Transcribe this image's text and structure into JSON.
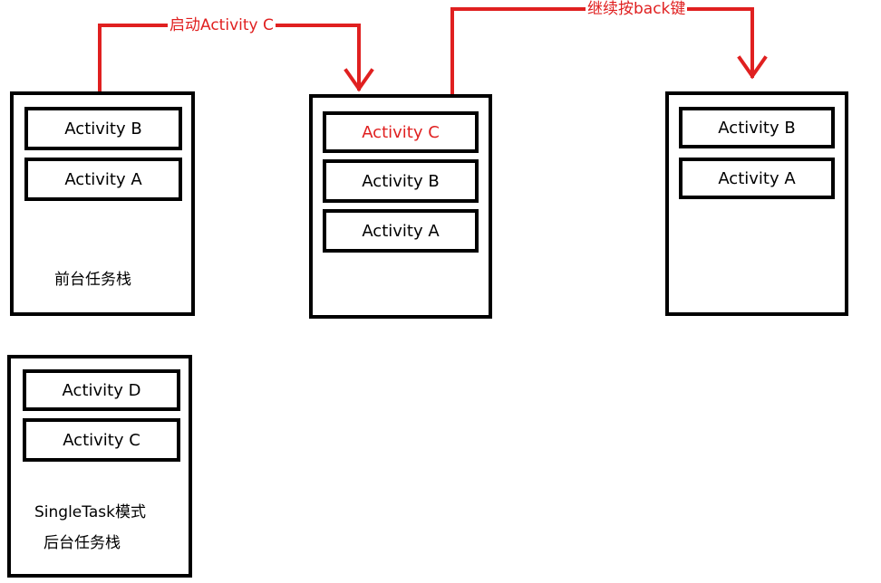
{
  "stacks": {
    "left_front": {
      "label": "前台任务栈",
      "items": [
        "Activity B",
        "Activity A"
      ]
    },
    "left_back": {
      "label_line1": "SingleTask模式",
      "label_line2": "后台任务栈",
      "items": [
        "Activity D",
        "Activity C"
      ]
    },
    "middle": {
      "items": [
        "Activity C",
        "Activity B",
        "Activity A"
      ]
    },
    "right": {
      "items": [
        "Activity B",
        "Activity A"
      ]
    }
  },
  "arrows": {
    "first": {
      "label": "启动Activity C"
    },
    "second": {
      "label": "继续按back键"
    }
  },
  "colors": {
    "arrow": "#e02020",
    "border": "#000000",
    "highlight_text": "#e02020"
  }
}
